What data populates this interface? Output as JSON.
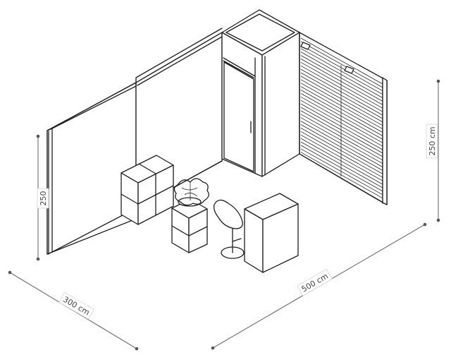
{
  "dimensions": {
    "depth": "300 cm",
    "width": "500 cm",
    "height_right": "250 cm",
    "height_left": "250"
  },
  "objects": [
    "back-wall",
    "left-wall",
    "door",
    "slatwall-panel",
    "cube-shelf",
    "plant",
    "chair",
    "counter"
  ]
}
